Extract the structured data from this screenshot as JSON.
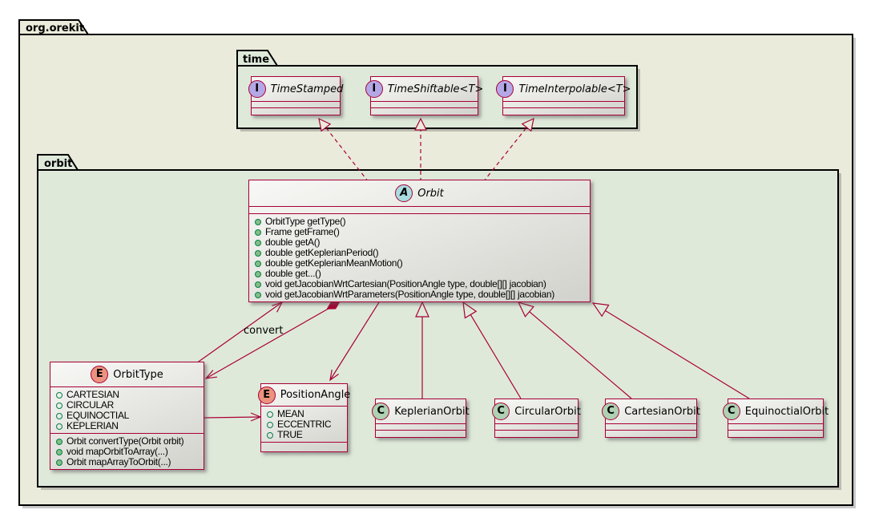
{
  "packages": {
    "root": {
      "label": "org.orekit"
    },
    "time": {
      "label": "time"
    },
    "orbit": {
      "label": "orbit"
    }
  },
  "classes": {
    "timeStamped": {
      "icon": "I",
      "name": "TimeStamped"
    },
    "timeShiftable": {
      "icon": "I",
      "name": "TimeShiftable<T>"
    },
    "timeInterpolable": {
      "icon": "I",
      "name": "TimeInterpolable<T>"
    },
    "orbit": {
      "icon": "A",
      "name": "Orbit",
      "methods": [
        "OrbitType getType()",
        "Frame getFrame()",
        "double getA()",
        "double getKeplerianPeriod()",
        "double getKeplerianMeanMotion()",
        "double get...()",
        "void getJacobianWrtCartesian(PositionAngle type, double[][] jacobian)",
        "void getJacobianWrtParameters(PositionAngle type, double[][] jacobian)"
      ]
    },
    "orbitType": {
      "icon": "E",
      "name": "OrbitType",
      "fields": [
        "CARTESIAN",
        "CIRCULAR",
        "EQUINOCTIAL",
        "KEPLERIAN"
      ],
      "methods": [
        "Orbit convertType(Orbit orbit)",
        "void mapOrbitToArray(...)",
        "Orbit mapArrayToOrbit(...)"
      ]
    },
    "positionAngle": {
      "icon": "E",
      "name": "PositionAngle",
      "fields": [
        "MEAN",
        "ECCENTRIC",
        "TRUE"
      ]
    },
    "keplerianOrbit": {
      "icon": "C",
      "name": "KeplerianOrbit"
    },
    "circularOrbit": {
      "icon": "C",
      "name": "CircularOrbit"
    },
    "cartesianOrbit": {
      "icon": "C",
      "name": "CartesianOrbit"
    },
    "equinoctialOrbit": {
      "icon": "C",
      "name": "EquinoctialOrbit"
    }
  },
  "relations": {
    "convert_label": "convert"
  },
  "colors": {
    "border": "#A80036",
    "pkg_outer": "#EBEBDB",
    "pkg_inner": "#DFE9DA",
    "interface_icon": "#B4A7E6",
    "abstract_icon": "#A9DCDF",
    "enum_icon": "#EB937F",
    "class_icon": "#ADD1B2",
    "bullet_fill": "#84BE84",
    "bullet_border": "#038048"
  }
}
